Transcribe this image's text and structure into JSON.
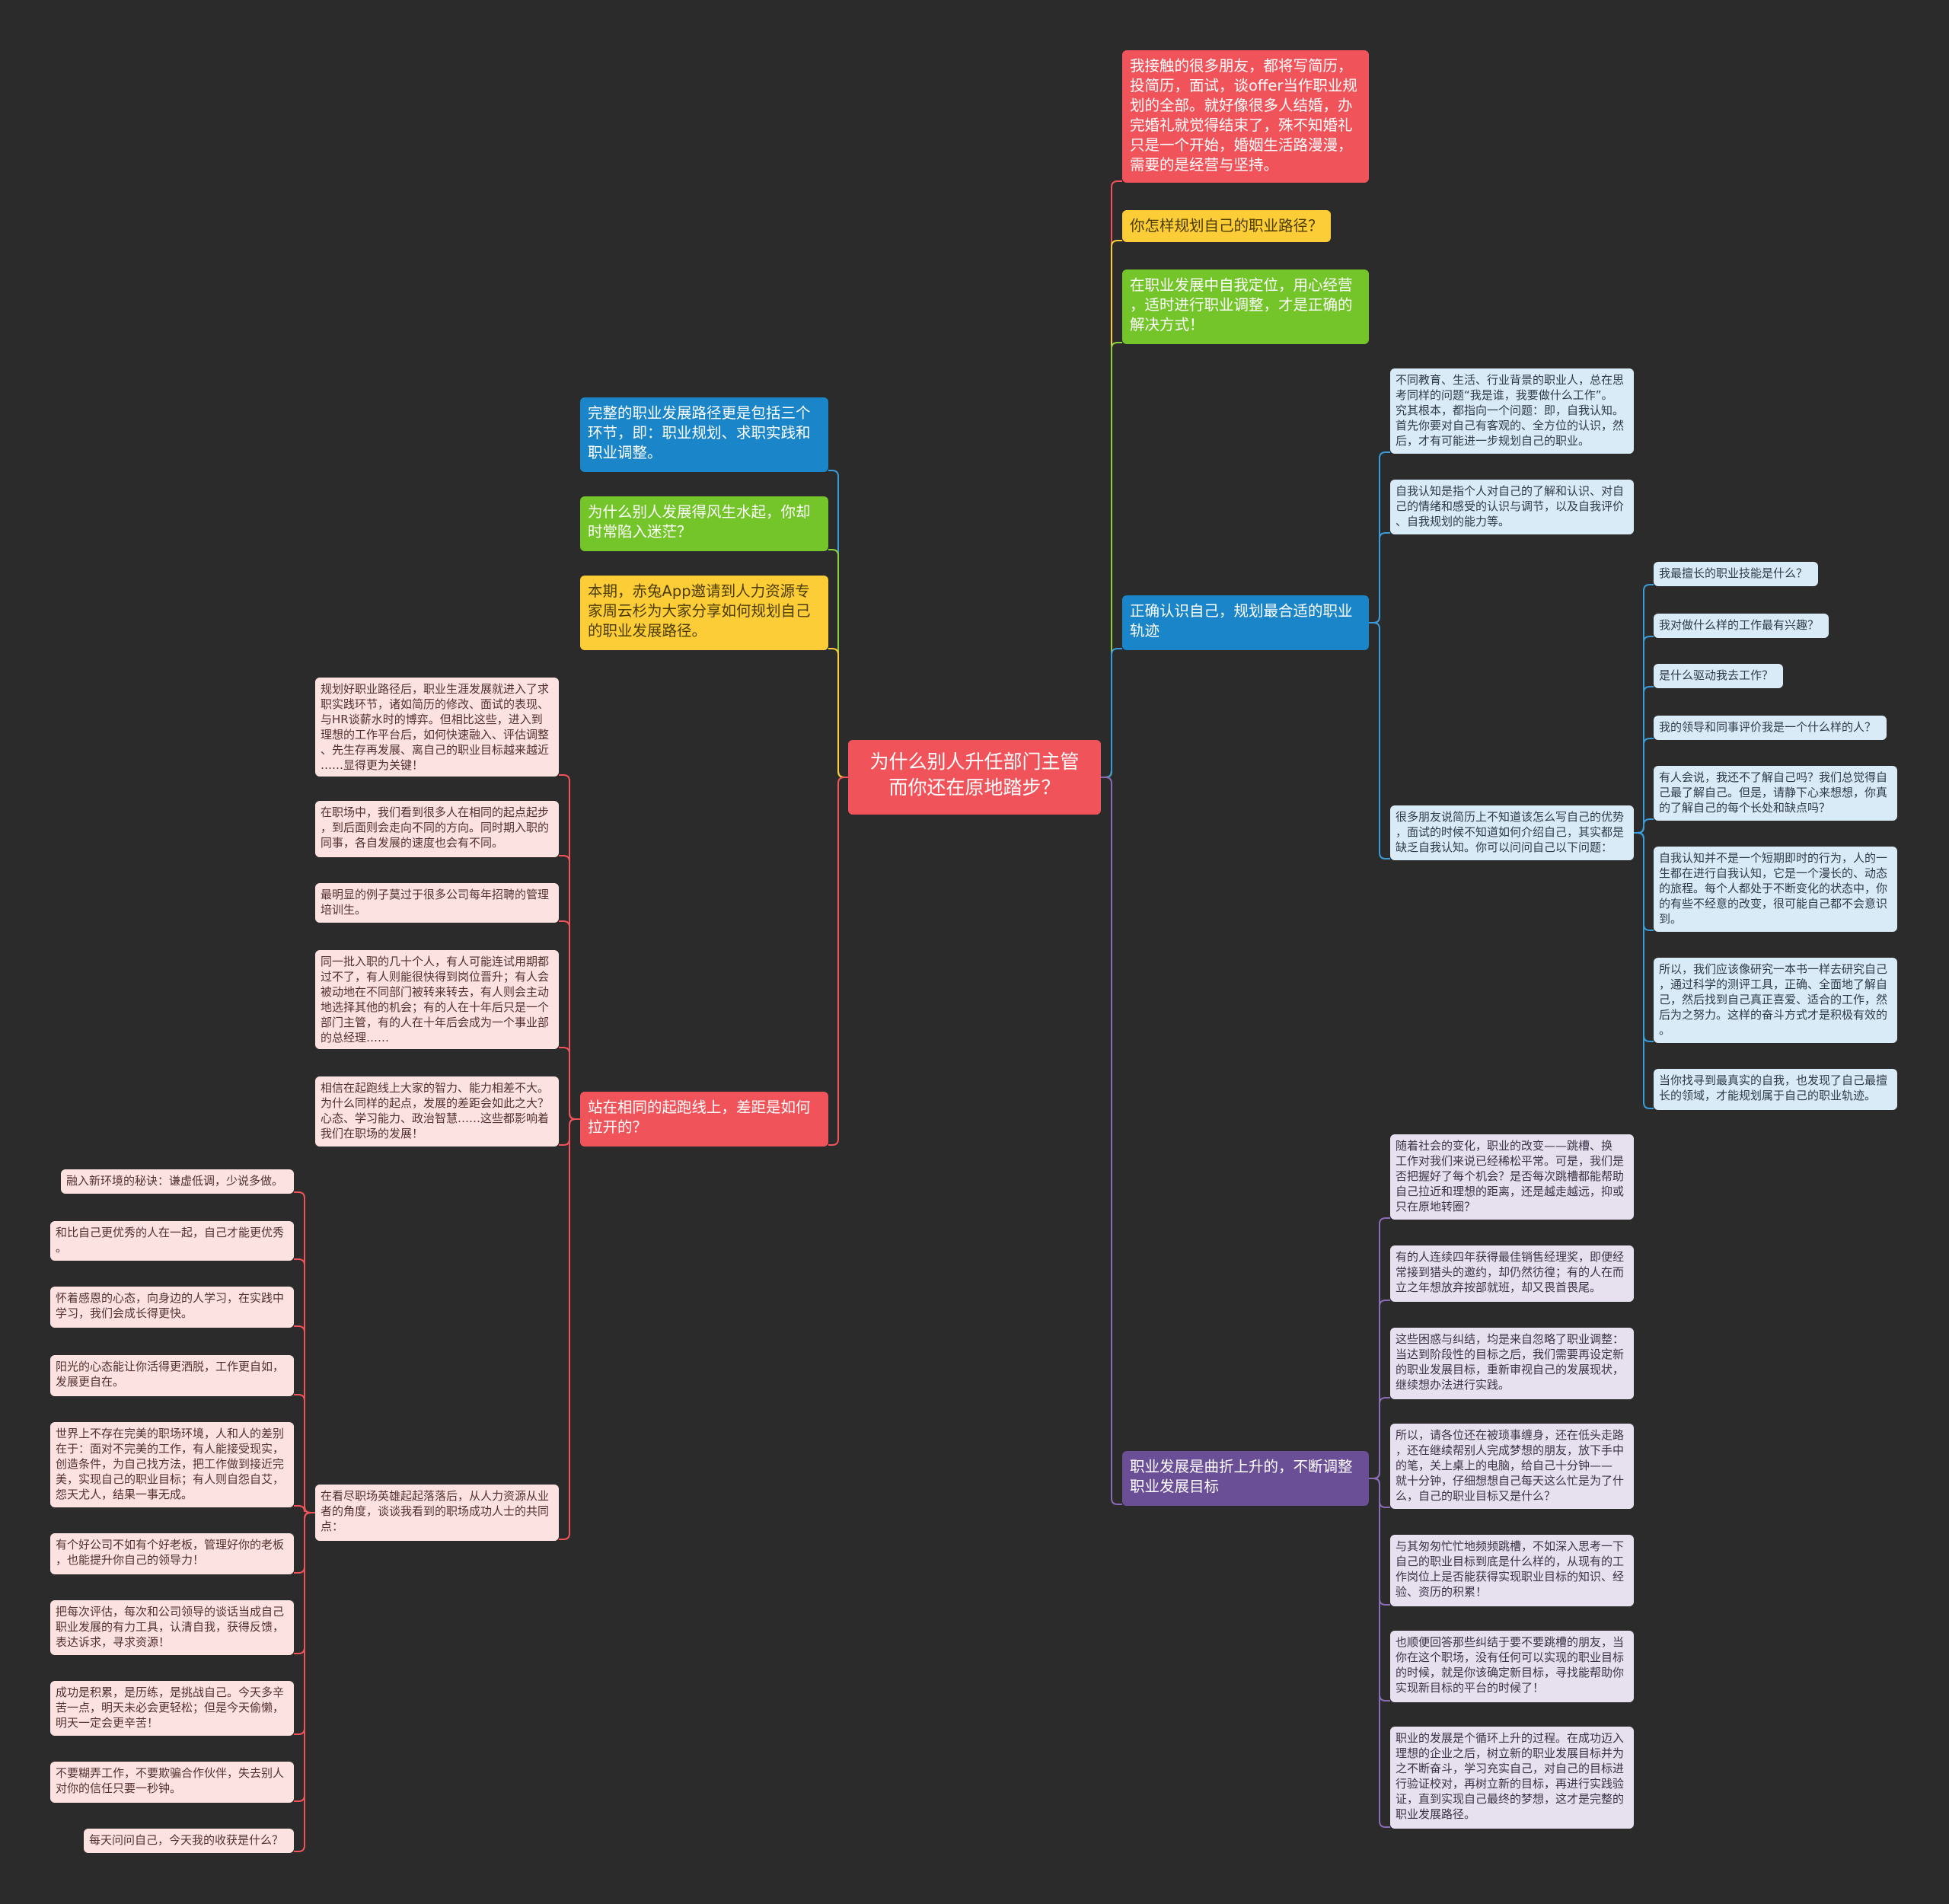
{
  "root": {
    "text": "为什么别人升任部门主管\n而你还在原地踏步？"
  },
  "left": {
    "path": "完整的职业发展路径更是包括三个\n环节，即：职业规划、求职实践和\n职业调整。",
    "why": "为什么别人发展得风生水起，你却\n时常陷入迷茫？",
    "intro": "本期，赤兔App邀请到人力资源专\n家周云杉为大家分享如何规划自己\n的职业发展路径。",
    "gap": {
      "title": "站在相同的起跑线上，差距是如何\n拉开的？",
      "items": [
        "规划好职业路径后，职业生涯发展就进入了求\n职实践环节，诸如简历的修改、面试的表现、\n与HR谈薪水时的博弈。但相比这些，进入到\n理想的工作平台后，如何快速融入、评估调整\n、先生存再发展、离自己的职业目标越来越近\n……显得更为关键！",
        "在职场中，我们看到很多人在相同的起点起步\n，到后面则会走向不同的方向。同时期入职的\n同事，各自发展的速度也会有不同。",
        "最明显的例子莫过于很多公司每年招聘的管理\n培训生。",
        "同一批入职的几十个人，有人可能连试用期都\n过不了，有人则能很快得到岗位晋升；有人会\n被动地在不同部门被转来转去，有人则会主动\n地选择其他的机会；有的人在十年后只是一个\n部门主管，有的人在十年后会成为一个事业部\n的总经理……",
        "相信在起跑线上大家的智力、能力相差不大。\n为什么同样的起点，发展的差距会如此之大？\n心态、学习能力、政治智慧……这些都影响着\n我们在职场的发展！"
      ],
      "hr": {
        "text": "在看尽职场英雄起起落落后，从人力资源从业\n者的角度，谈谈我看到的职场成功人士的共同\n点：",
        "items": [
          "融入新环境的秘诀：谦虚低调，少说多做。",
          "和比自己更优秀的人在一起，自己才能更优秀\n。",
          "怀着感恩的心态，向身边的人学习，在实践中\n学习，我们会成长得更快。",
          "阳光的心态能让你活得更洒脱，工作更自如，\n发展更自在。",
          "世界上不存在完美的职场环境，人和人的差别\n在于：面对不完美的工作，有人能接受现实，\n创造条件，为自己找方法，把工作做到接近完\n美，实现自己的职业目标；有人则自怨自艾，\n怨天尤人，结果一事无成。",
          "有个好公司不如有个好老板，管理好你的老板\n，也能提升你自己的领导力！",
          "把每次评估，每次和公司领导的谈话当成自己\n职业发展的有力工具，认清自我，获得反馈，\n表达诉求，寻求资源！",
          "成功是积累，是历练，是挑战自己。今天多辛\n苦一点，明天未必会更轻松；但是今天偷懒，\n明天一定会更辛苦！",
          "不要糊弄工作，不要欺骗合作伙伴，失去别人\n对你的信任只要一秒钟。",
          "每天问问自己，今天我的收获是什么？"
        ]
      }
    }
  },
  "right": {
    "friends": "我接触的很多朋友，都将写简历，\n投简历，面试，谈offer当作职业规\n划的全部。就好像很多人结婚，办\n完婚礼就觉得结束了，殊不知婚礼\n只是一个开始，婚姻生活路漫漫，\n需要的是经营与坚持。",
    "how": "你怎样规划自己的职业路径？",
    "position": "在职业发展中自我定位，用心经营\n，适时进行职业调整，才是正确的\n解决方式！",
    "know": {
      "title": "正确认识自己，规划最合适的职业\n轨迹",
      "a": "不同教育、生活、行业背景的职业人，总在思\n考同样的问题“我是谁，我要做什么工作”。\n究其根本，都指向一个问题：即，自我认知。\n首先你要对自己有客观的、全方位的认识，然\n后，才有可能进一步规划自己的职业。",
      "b": "自我认知是指个人对自己的了解和认识、对自\n己的情绪和感受的认识与调节，以及自我评价\n、自我规划的能力等。",
      "c": "很多朋友说简历上不知道该怎么写自己的优势\n，面试的时候不知道如何介绍自己，其实都是\n缺乏自我认知。你可以问问自己以下问题：",
      "questions": [
        "我最擅长的职业技能是什么？",
        "我对做什么样的工作最有兴趣？",
        "是什么驱动我去工作？",
        "我的领导和同事评价我是一个什么样的人？",
        "有人会说，我还不了解自己吗？我们总觉得自\n己最了解自己。但是，请静下心来想想，你真\n的了解自己的每个长处和缺点吗？",
        "自我认知并不是一个短期即时的行为，人的一\n生都在进行自我认知，它是一个漫长的、动态\n的旅程。每个人都处于不断变化的状态中，你\n的有些不经意的改变，很可能自己都不会意识\n到。",
        "所以，我们应该像研究一本书一样去研究自己\n，通过科学的测评工具，正确、全面地了解自\n己，然后找到自己真正喜爱、适合的工作，然\n后为之努力。这样的奋斗方式才是积极有效的\n。",
        "当你找寻到最真实的自我，也发现了自己最擅\n长的领域，才能规划属于自己的职业轨迹。"
      ]
    },
    "adjust": {
      "title": "职业发展是曲折上升的，不断调整\n职业发展目标",
      "items": [
        "随着社会的变化，职业的改变——跳槽、换\n工作对我们来说已经稀松平常。可是，我们是\n否把握好了每个机会？是否每次跳槽都能帮助\n自己拉近和理想的距离，还是越走越远，抑或\n只在原地转圈？",
        "有的人连续四年获得最佳销售经理奖，即便经\n常接到猎头的邀约，却仍然彷徨；有的人在而\n立之年想放弃按部就班，却又畏首畏尾。",
        "这些困惑与纠结，均是来自忽略了职业调整：\n当达到阶段性的目标之后，我们需要再设定新\n的职业发展目标，重新审视自己的发展现状，\n继续想办法进行实践。",
        "所以，请各位还在被琐事缠身，还在低头走路\n，还在继续帮别人完成梦想的朋友，放下手中\n的笔，关上桌上的电脑，给自己十分钟——\n就十分钟，仔细想想自己每天这么忙是为了什\n么，自己的职业目标又是什么？",
        "与其匆匆忙忙地频频跳槽，不如深入思考一下\n自己的职业目标到底是什么样的，从现有的工\n作岗位上是否能获得实现职业目标的知识、经\n验、资历的积累！",
        "也顺便回答那些纠结于要不要跳槽的朋友，当\n你在这个职场，没有任何可以实现的职业目标\n的时候，就是你该确定新目标，寻找能帮助你\n实现新目标的平台的时候了！",
        "职业的发展是个循环上升的过程。在成功迈入\n理想的企业之后，树立新的职业发展目标并为\n之不断奋斗，学习充实自己，对自己的目标进\n行验证校对，再树立新的目标，再进行实践验\n证，直到实现自己最终的梦想，这才是完整的\n职业发展路径。"
      ]
    }
  },
  "colors": {
    "background": "#2b2b2b",
    "root": "#f1535a",
    "blue": "#1b85c9",
    "green": "#73c52a",
    "yellow": "#fdcd37",
    "red": "#f1535a",
    "purple": "#6b4f96",
    "link_yellow": "#fdcd37",
    "link_green": "#8fcf3a",
    "link_red": "#f1535a",
    "link_blue": "#3a9bd8",
    "link_purple": "#8a6bb5"
  }
}
